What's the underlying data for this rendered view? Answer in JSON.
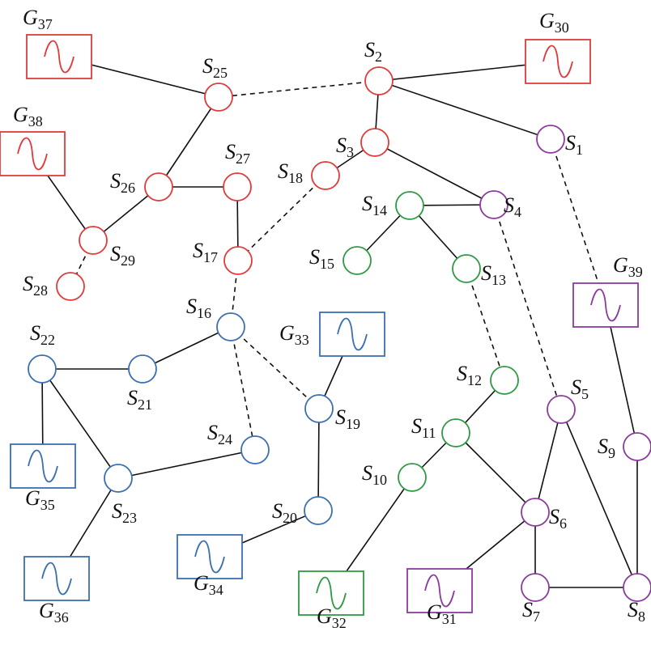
{
  "colors": {
    "red": "#e03a3a",
    "purple": "#8b3a9e",
    "green": "#2e9a44",
    "blue": "#3a6fb0",
    "line": "#111111"
  },
  "buses": [
    {
      "id": "S1",
      "num": "1",
      "group": "purple"
    },
    {
      "id": "S2",
      "num": "2",
      "group": "red"
    },
    {
      "id": "S3",
      "num": "3",
      "group": "red"
    },
    {
      "id": "S4",
      "num": "4",
      "group": "purple"
    },
    {
      "id": "S5",
      "num": "5",
      "group": "purple"
    },
    {
      "id": "S6",
      "num": "6",
      "group": "purple"
    },
    {
      "id": "S7",
      "num": "7",
      "group": "purple"
    },
    {
      "id": "S8",
      "num": "8",
      "group": "purple"
    },
    {
      "id": "S9",
      "num": "9",
      "group": "purple"
    },
    {
      "id": "S10",
      "num": "10",
      "group": "green"
    },
    {
      "id": "S11",
      "num": "11",
      "group": "green"
    },
    {
      "id": "S12",
      "num": "12",
      "group": "green"
    },
    {
      "id": "S13",
      "num": "13",
      "group": "green"
    },
    {
      "id": "S14",
      "num": "14",
      "group": "green"
    },
    {
      "id": "S15",
      "num": "15",
      "group": "green"
    },
    {
      "id": "S16",
      "num": "16",
      "group": "blue"
    },
    {
      "id": "S17",
      "num": "17",
      "group": "red"
    },
    {
      "id": "S18",
      "num": "18",
      "group": "red"
    },
    {
      "id": "S19",
      "num": "19",
      "group": "blue"
    },
    {
      "id": "S20",
      "num": "20",
      "group": "blue"
    },
    {
      "id": "S21",
      "num": "21",
      "group": "blue"
    },
    {
      "id": "S22",
      "num": "22",
      "group": "blue"
    },
    {
      "id": "S23",
      "num": "23",
      "group": "blue"
    },
    {
      "id": "S24",
      "num": "24",
      "group": "blue"
    },
    {
      "id": "S25",
      "num": "25",
      "group": "red"
    },
    {
      "id": "S26",
      "num": "26",
      "group": "red"
    },
    {
      "id": "S27",
      "num": "27",
      "group": "red"
    },
    {
      "id": "S28",
      "num": "28",
      "group": "red"
    },
    {
      "id": "S29",
      "num": "29",
      "group": "red"
    }
  ],
  "generators": [
    {
      "id": "G30",
      "num": "30",
      "group": "red"
    },
    {
      "id": "G31",
      "num": "31",
      "group": "purple"
    },
    {
      "id": "G32",
      "num": "32",
      "group": "green"
    },
    {
      "id": "G33",
      "num": "33",
      "group": "blue"
    },
    {
      "id": "G34",
      "num": "34",
      "group": "blue"
    },
    {
      "id": "G35",
      "num": "35",
      "group": "blue"
    },
    {
      "id": "G36",
      "num": "36",
      "group": "blue"
    },
    {
      "id": "G37",
      "num": "37",
      "group": "red"
    },
    {
      "id": "G38",
      "num": "38",
      "group": "red"
    },
    {
      "id": "G39",
      "num": "39",
      "group": "purple"
    }
  ],
  "bus_letter": "S",
  "gen_letter": "G",
  "edges": [
    {
      "from": "S2",
      "to": "G30",
      "style": "solid"
    },
    {
      "from": "S2",
      "to": "S1",
      "style": "solid"
    },
    {
      "from": "S2",
      "to": "S3",
      "style": "solid"
    },
    {
      "from": "S2",
      "to": "S25",
      "style": "dashed"
    },
    {
      "from": "S3",
      "to": "S4",
      "style": "solid"
    },
    {
      "from": "S3",
      "to": "S18",
      "style": "solid"
    },
    {
      "from": "S18",
      "to": "S17",
      "style": "dashed"
    },
    {
      "from": "S25",
      "to": "G37",
      "style": "solid"
    },
    {
      "from": "S25",
      "to": "S26",
      "style": "solid"
    },
    {
      "from": "S26",
      "to": "S27",
      "style": "solid"
    },
    {
      "from": "S26",
      "to": "S29",
      "style": "solid"
    },
    {
      "from": "S27",
      "to": "S17",
      "style": "solid"
    },
    {
      "from": "S29",
      "to": "G38",
      "style": "solid"
    },
    {
      "from": "S29",
      "to": "S28",
      "style": "dashed"
    },
    {
      "from": "S17",
      "to": "S16",
      "style": "dashed"
    },
    {
      "from": "S14",
      "to": "S4",
      "style": "solid"
    },
    {
      "from": "S14",
      "to": "S15",
      "style": "solid"
    },
    {
      "from": "S14",
      "to": "S13",
      "style": "solid"
    },
    {
      "from": "S13",
      "to": "S12",
      "style": "dashed"
    },
    {
      "from": "S4",
      "to": "S5",
      "style": "dashed"
    },
    {
      "from": "S1",
      "to": "G39",
      "style": "dashed"
    },
    {
      "from": "G39",
      "to": "S9",
      "style": "solid"
    },
    {
      "from": "S9",
      "to": "S8",
      "style": "solid"
    },
    {
      "from": "S12",
      "to": "S11",
      "style": "solid"
    },
    {
      "from": "S11",
      "to": "S10",
      "style": "solid"
    },
    {
      "from": "S11",
      "to": "S6",
      "style": "solid"
    },
    {
      "from": "S10",
      "to": "G32",
      "style": "solid"
    },
    {
      "from": "S5",
      "to": "S6",
      "style": "solid"
    },
    {
      "from": "S5",
      "to": "S8",
      "style": "solid"
    },
    {
      "from": "S6",
      "to": "S7",
      "style": "solid"
    },
    {
      "from": "S6",
      "to": "G31",
      "style": "solid"
    },
    {
      "from": "S7",
      "to": "S8",
      "style": "solid"
    },
    {
      "from": "S16",
      "to": "S21",
      "style": "solid"
    },
    {
      "from": "S16",
      "to": "S19",
      "style": "dashed"
    },
    {
      "from": "S16",
      "to": "S24",
      "style": "dashed"
    },
    {
      "from": "S21",
      "to": "S22",
      "style": "solid"
    },
    {
      "from": "S22",
      "to": "G35",
      "style": "solid"
    },
    {
      "from": "S22",
      "to": "S23",
      "style": "solid"
    },
    {
      "from": "S23",
      "to": "S24",
      "style": "solid"
    },
    {
      "from": "S23",
      "to": "G36",
      "style": "solid"
    },
    {
      "from": "S19",
      "to": "G33",
      "style": "solid"
    },
    {
      "from": "S19",
      "to": "S20",
      "style": "solid"
    },
    {
      "from": "S20",
      "to": "G34",
      "style": "solid"
    }
  ]
}
